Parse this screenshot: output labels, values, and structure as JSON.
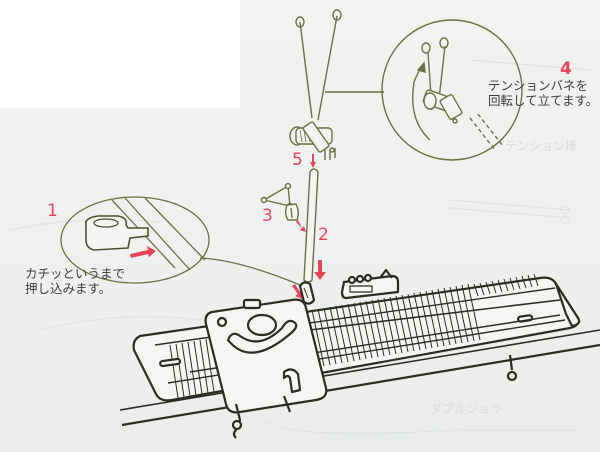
{
  "document": {
    "type": "knitting-machine-instruction-diagram",
    "language": "ja",
    "colors": {
      "paper": "#eef1ef",
      "line_art": "#6b7045",
      "machine_outline": "#2a2e22",
      "accent_red": "#e8445a",
      "text": "#3a3f3a",
      "show_through": "#d8dde0"
    }
  },
  "steps": [
    {
      "number": "1",
      "caption_lines": [
        "カチッというまで",
        "押し込みます。"
      ]
    },
    {
      "number": "2",
      "caption_lines": []
    },
    {
      "number": "3",
      "caption_lines": []
    },
    {
      "number": "4",
      "caption_lines": [
        "テンションバネを",
        "回転して立てます。"
      ]
    },
    {
      "number": "5",
      "caption_lines": []
    }
  ],
  "show_through_text": [
    "テンション棒",
    "ダブルジョウ"
  ]
}
